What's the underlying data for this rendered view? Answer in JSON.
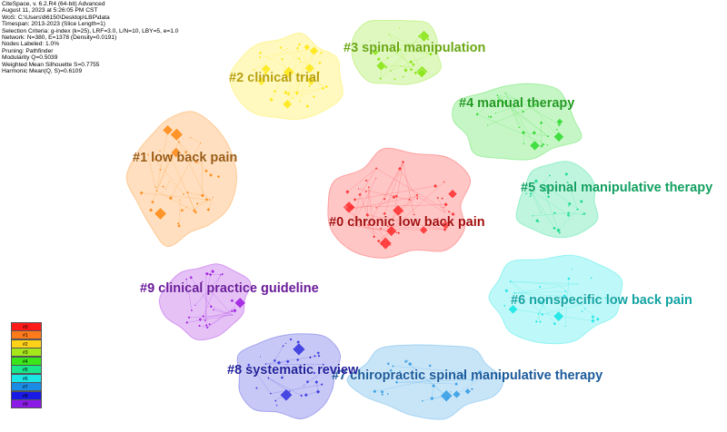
{
  "info_lines": [
    "CiteSpace, v. 6.2.R4 (64-bit) Advanced",
    "August 11, 2023 at 5:26:05 PM CST",
    "WoS: C:\\Users\\86150\\Desktop\\LBP\\data",
    "Timespan: 2013-2023 (Slice Length=1)",
    "Selection Criteria: g-index (k=25), LRF=3.0, L/N=10, LBY=5, e=1.0",
    "Network: N=380, E=1378 (Density=0.0191)",
    "Nodes Labeled: 1.0%",
    "Pruning: Pathfinder",
    "Modularity Q=0.5039",
    "Weighted Mean Silhouette S=0.7755",
    "Harmonic Mean(Q, S)=0.6109"
  ],
  "clusters": [
    {
      "id": "#0",
      "label": "#0 chronic low back pain",
      "color": "#ff3333",
      "text_color": "#a30c0c"
    },
    {
      "id": "#1",
      "label": "#1 low back pain",
      "color": "#ff8c1a",
      "text_color": "#9a5a10"
    },
    {
      "id": "#2",
      "label": "#2 clinical trial",
      "color": "#ffe81a",
      "text_color": "#b8a008"
    },
    {
      "id": "#3",
      "label": "#3 spinal manipulation",
      "color": "#8ce61a",
      "text_color": "#6aa812"
    },
    {
      "id": "#4",
      "label": "#4 manual therapy",
      "color": "#33dd33",
      "text_color": "#1f9a1f"
    },
    {
      "id": "#5",
      "label": "#5 spinal manipulative therapy",
      "color": "#1adc8c",
      "text_color": "#12a060"
    },
    {
      "id": "#6",
      "label": "#6 nonspecific low back pain",
      "color": "#1ae6e6",
      "text_color": "#14a3a3"
    },
    {
      "id": "#7",
      "label": "#7 chiropractic spinal manipulative therapy",
      "color": "#3ba0e6",
      "text_color": "#1b5a9a"
    },
    {
      "id": "#8",
      "label": "#8 systematic review",
      "color": "#3838e0",
      "text_color": "#1e1e9a"
    },
    {
      "id": "#9",
      "label": "#9 clinical practice guideline",
      "color": "#a020e0",
      "text_color": "#6a1a9a"
    }
  ],
  "legend": [
    {
      "label": "#0",
      "color": "#ff1a1a"
    },
    {
      "label": "#1",
      "color": "#ff7a1a"
    },
    {
      "label": "#2",
      "color": "#ffd21a"
    },
    {
      "label": "#3",
      "color": "#a6e61a"
    },
    {
      "label": "#4",
      "color": "#3ae61a"
    },
    {
      "label": "#5",
      "color": "#1ae68c"
    },
    {
      "label": "#6",
      "color": "#1ae6e6"
    },
    {
      "label": "#7",
      "color": "#1a8ce6"
    },
    {
      "label": "#8",
      "color": "#1a1ae6"
    },
    {
      "label": "#9",
      "color": "#8c1ae6"
    }
  ]
}
